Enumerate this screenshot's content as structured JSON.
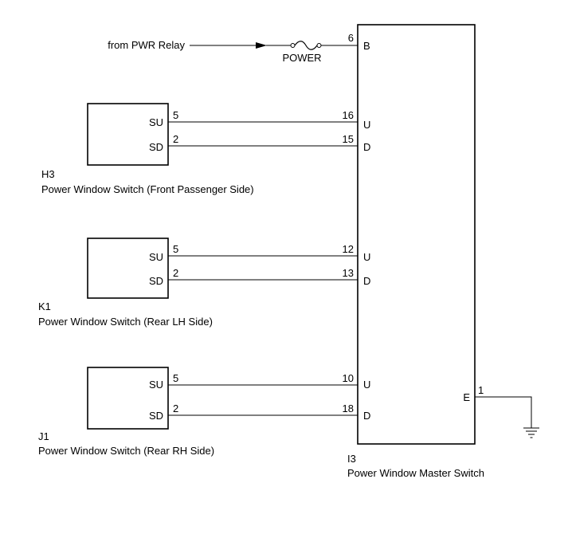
{
  "supply": {
    "label": "from PWR Relay",
    "fuse_label": "POWER"
  },
  "master": {
    "code": "I3",
    "name": "Power Window Master Switch",
    "terminals": {
      "b": {
        "pin": "6",
        "name": "B"
      },
      "u1": {
        "pin": "16",
        "name": "U"
      },
      "d1": {
        "pin": "15",
        "name": "D"
      },
      "u2": {
        "pin": "12",
        "name": "U"
      },
      "d2": {
        "pin": "13",
        "name": "D"
      },
      "u3": {
        "pin": "10",
        "name": "U"
      },
      "d3": {
        "pin": "18",
        "name": "D"
      },
      "e": {
        "pin": "1",
        "name": "E"
      }
    }
  },
  "switches": [
    {
      "code": "H3",
      "name": "Power Window Switch (Front Passenger Side)",
      "su": {
        "name": "SU",
        "pin": "5"
      },
      "sd": {
        "name": "SD",
        "pin": "2"
      }
    },
    {
      "code": "K1",
      "name": "Power Window Switch (Rear LH Side)",
      "su": {
        "name": "SU",
        "pin": "5"
      },
      "sd": {
        "name": "SD",
        "pin": "2"
      }
    },
    {
      "code": "J1",
      "name": "Power Window Switch (Rear RH Side)",
      "su": {
        "name": "SU",
        "pin": "5"
      },
      "sd": {
        "name": "SD",
        "pin": "2"
      }
    }
  ]
}
